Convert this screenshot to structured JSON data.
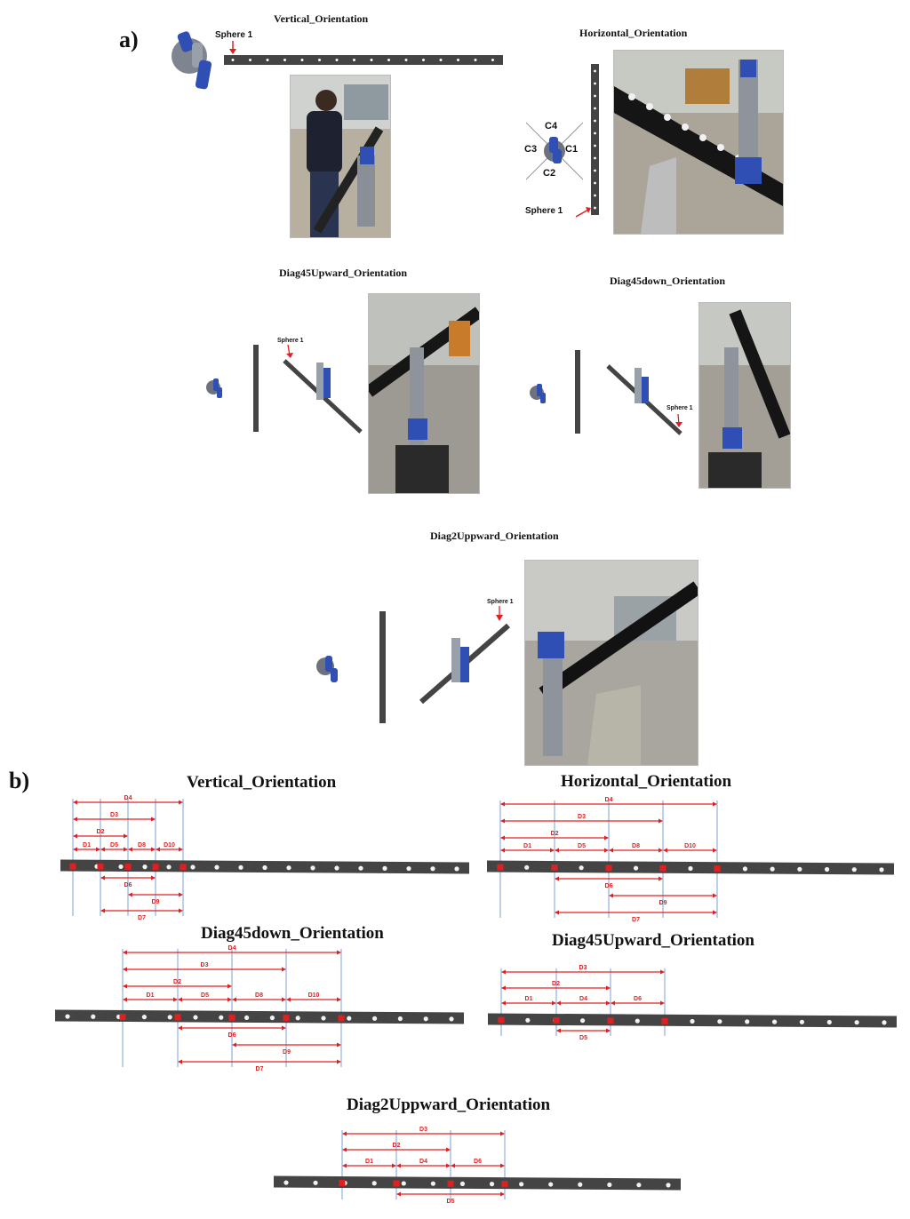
{
  "panel_a": {
    "letter": "a)",
    "vertical": {
      "title": "Vertical_Orientation",
      "sphere": "Sphere 1"
    },
    "horizontal": {
      "title": "Horizontal_Orientation",
      "sphere": "Sphere 1",
      "c1": "C1",
      "c2": "C2",
      "c3": "C3",
      "c4": "C4"
    },
    "diag45up": {
      "title": "Diag45Upward_Orientation",
      "sphere": "Sphere 1"
    },
    "diag45down": {
      "title": "Diag45down_Orientation",
      "sphere": "Sphere 1"
    },
    "diag2up": {
      "title": "Diag2Uppward_Orientation",
      "sphere": "Sphere 1"
    }
  },
  "panel_b": {
    "letter": "b)",
    "diagrams": [
      {
        "id": "vertical",
        "title": "Vertical_Orientation",
        "spans_above": [
          {
            "label": "D4",
            "from": 0,
            "to": 4
          },
          {
            "label": "D3",
            "from": 0,
            "to": 3
          },
          {
            "label": "D2",
            "from": 0,
            "to": 2
          },
          {
            "label": "D1",
            "from": 0,
            "to": 1
          },
          {
            "label": "D5",
            "from": 1,
            "to": 2
          },
          {
            "label": "D8",
            "from": 2,
            "to": 3
          },
          {
            "label": "D10",
            "from": 3,
            "to": 4
          }
        ],
        "spans_below": [
          {
            "label": "D6",
            "from": 1,
            "to": 3
          },
          {
            "label": "D9",
            "from": 2,
            "to": 4
          },
          {
            "label": "D7",
            "from": 1,
            "to": 4
          }
        ]
      },
      {
        "id": "horizontal",
        "title": "Horizontal_Orientation",
        "spans_above": [
          {
            "label": "D4",
            "from": 0,
            "to": 4
          },
          {
            "label": "D3",
            "from": 0,
            "to": 3
          },
          {
            "label": "D2",
            "from": 0,
            "to": 2
          },
          {
            "label": "D1",
            "from": 0,
            "to": 1
          },
          {
            "label": "D5",
            "from": 1,
            "to": 2
          },
          {
            "label": "D8",
            "from": 2,
            "to": 3
          },
          {
            "label": "D10",
            "from": 3,
            "to": 4
          }
        ],
        "spans_below": [
          {
            "label": "D6",
            "from": 1,
            "to": 3
          },
          {
            "label": "D9",
            "from": 2,
            "to": 4
          },
          {
            "label": "D7",
            "from": 1,
            "to": 4
          }
        ]
      },
      {
        "id": "diag45down",
        "title": "Diag45down_Orientation",
        "spans_above": [
          {
            "label": "D4",
            "from": 0,
            "to": 4
          },
          {
            "label": "D3",
            "from": 0,
            "to": 3
          },
          {
            "label": "D2",
            "from": 0,
            "to": 2
          },
          {
            "label": "D1",
            "from": 0,
            "to": 1
          },
          {
            "label": "D5",
            "from": 1,
            "to": 2
          },
          {
            "label": "D8",
            "from": 2,
            "to": 3
          },
          {
            "label": "D10",
            "from": 3,
            "to": 4
          }
        ],
        "spans_below": [
          {
            "label": "D6",
            "from": 1,
            "to": 3
          },
          {
            "label": "D9",
            "from": 2,
            "to": 4
          },
          {
            "label": "D7",
            "from": 1,
            "to": 4
          }
        ]
      },
      {
        "id": "diag45up",
        "title": "Diag45Upward_Orientation",
        "spans_above": [
          {
            "label": "D3",
            "from": 0,
            "to": 3
          },
          {
            "label": "D2",
            "from": 0,
            "to": 2
          },
          {
            "label": "D1",
            "from": 0,
            "to": 1
          },
          {
            "label": "D4",
            "from": 1,
            "to": 2
          },
          {
            "label": "D6",
            "from": 2,
            "to": 3
          }
        ],
        "spans_below": [
          {
            "label": "D5",
            "from": 1,
            "to": 2
          }
        ]
      },
      {
        "id": "diag2up",
        "title": "Diag2Uppward_Orientation",
        "spans_above": [
          {
            "label": "D3",
            "from": 0,
            "to": 3
          },
          {
            "label": "D2",
            "from": 0,
            "to": 2
          },
          {
            "label": "D1",
            "from": 0,
            "to": 1
          },
          {
            "label": "D4",
            "from": 1,
            "to": 2
          },
          {
            "label": "D6",
            "from": 2,
            "to": 3
          }
        ],
        "spans_below": [
          {
            "label": "D5",
            "from": 1,
            "to": 3
          }
        ]
      }
    ]
  },
  "colors": {
    "bar": "#444444",
    "dimension": "#e02020",
    "guide": "#6e95d6",
    "robot_blue": "#2f4fb4",
    "robot_grey": "#9aa0aa"
  }
}
